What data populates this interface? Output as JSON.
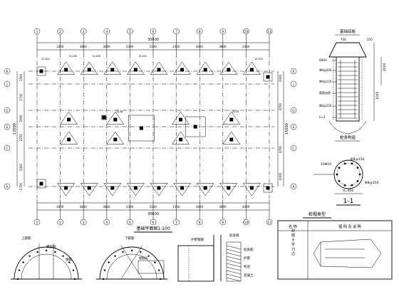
{
  "plan": {
    "top_axes": [
      "1",
      "2",
      "3",
      "4",
      "5",
      "6",
      "7",
      "8",
      "9",
      "10",
      "11"
    ],
    "bottom_axes": [
      "1",
      "2",
      "3",
      "4",
      "5",
      "6",
      "7",
      "8",
      "9",
      "10",
      "11"
    ],
    "left_axes": [
      "K",
      "J",
      "G",
      "E",
      "C",
      "A"
    ],
    "right_axes": [
      "K",
      "J",
      "G",
      "E",
      "C",
      "A"
    ],
    "top_dims": [
      "2400",
      "3800",
      "3600",
      "2300",
      "1500",
      "2300",
      "3600",
      "3800",
      "2400"
    ],
    "top_total": "30600",
    "bottom_dims": [
      "4000",
      "3800",
      "3600",
      "2300",
      "1500",
      "2300",
      "3600",
      "3800",
      "4000"
    ],
    "bottom_total": "30600",
    "left_dims": [
      "1500",
      "1700",
      "2000",
      "2250",
      "5450",
      "2700"
    ],
    "left_total": "13500",
    "right_dims": [
      "2000",
      "4700",
      "4700",
      "2000"
    ],
    "right_total": "15000",
    "pile_tags": [
      "ZJ-400",
      "ZJ-40E",
      "ZJ-40B",
      "ZJ-40C",
      "ZJ-400",
      "ZJ-4B",
      "ZJ-40"
    ],
    "subtitle": "基础平面图1:100"
  },
  "pile_detail": {
    "top_label": "基础底板",
    "dims_top": [
      "700",
      "250"
    ],
    "annotations": [
      "6Φ16",
      "Φ8@200",
      "Φ8@150",
      "箍筋加密",
      "Φ8@150",
      "h=3"
    ],
    "side_label": "桩身构造",
    "right_dims": [
      "1000",
      "2000"
    ]
  },
  "section": {
    "title": "1-1",
    "labels": [
      "10Φ16",
      "Φ8@150",
      "Φ8@150",
      "d=400"
    ]
  },
  "legend": {
    "title": "桩帽类型",
    "col1_header": "名 称",
    "col2_header": "图 例 及 说 明",
    "row_text": "封 底 十 字 刀 刃"
  },
  "details": {
    "labels": [
      "上部筋",
      "螺旋筋",
      "钢筋",
      "下部筋",
      "钢筋网",
      "护壁钢筋",
      "桩身箍",
      "桩身筋",
      "护壁",
      "构造",
      "混凝土"
    ]
  }
}
